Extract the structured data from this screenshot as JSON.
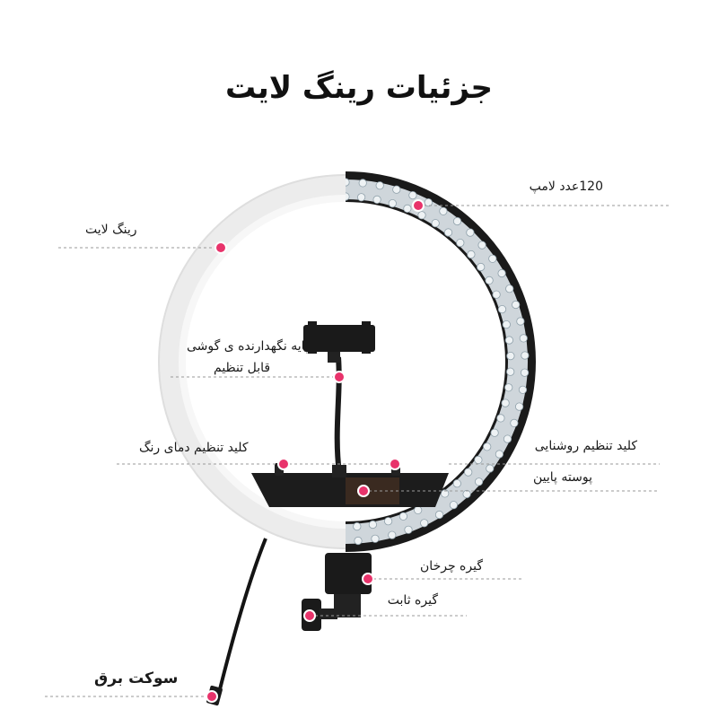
{
  "title": "جزئیات رینگ لایت",
  "labels": {
    "lamps": "120عدد لامپ",
    "ring_light": "رینگ لایت",
    "phone_holder": "پایه نگهدارنده ی گوشی",
    "adjustable": "قابل تنظیم",
    "color_temp_key": "کلید تنظیم دمای رنگ",
    "brightness_key": "کلید تنظیم روشنایی",
    "bottom_cover": "پوسته پایین",
    "rotating_clamp": "گیره چرخان",
    "fixed_clamp": "گیره ثابت",
    "power_socket": "سوکت برق"
  },
  "colors": {
    "marker": "#e8336b",
    "ring_dark": "#1a1a1a",
    "led": "#d8dee3"
  },
  "icons": [
    "pink-marker-dot"
  ]
}
